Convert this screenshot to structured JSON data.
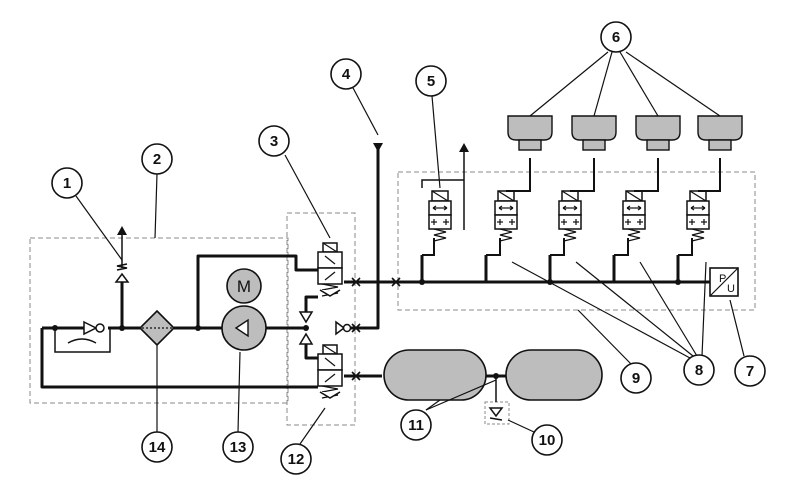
{
  "callouts": [
    {
      "id": "1",
      "label": "1"
    },
    {
      "id": "2",
      "label": "2"
    },
    {
      "id": "3",
      "label": "3"
    },
    {
      "id": "4",
      "label": "4"
    },
    {
      "id": "5",
      "label": "5"
    },
    {
      "id": "6",
      "label": "6"
    },
    {
      "id": "7",
      "label": "7"
    },
    {
      "id": "8",
      "label": "8"
    },
    {
      "id": "9",
      "label": "9"
    },
    {
      "id": "10",
      "label": "10"
    },
    {
      "id": "11",
      "label": "11"
    },
    {
      "id": "12",
      "label": "12"
    },
    {
      "id": "13",
      "label": "13"
    },
    {
      "id": "14",
      "label": "14"
    }
  ],
  "motor_symbol": "M",
  "sensor_symbol": {
    "top": "P",
    "bottom": "U"
  },
  "colors": {
    "line": "#111111",
    "boundary": "#8a8a8a",
    "component_fill": "#bdbdbd",
    "valve_fill": "#ffffff",
    "callout_fill": "#ffffff"
  }
}
